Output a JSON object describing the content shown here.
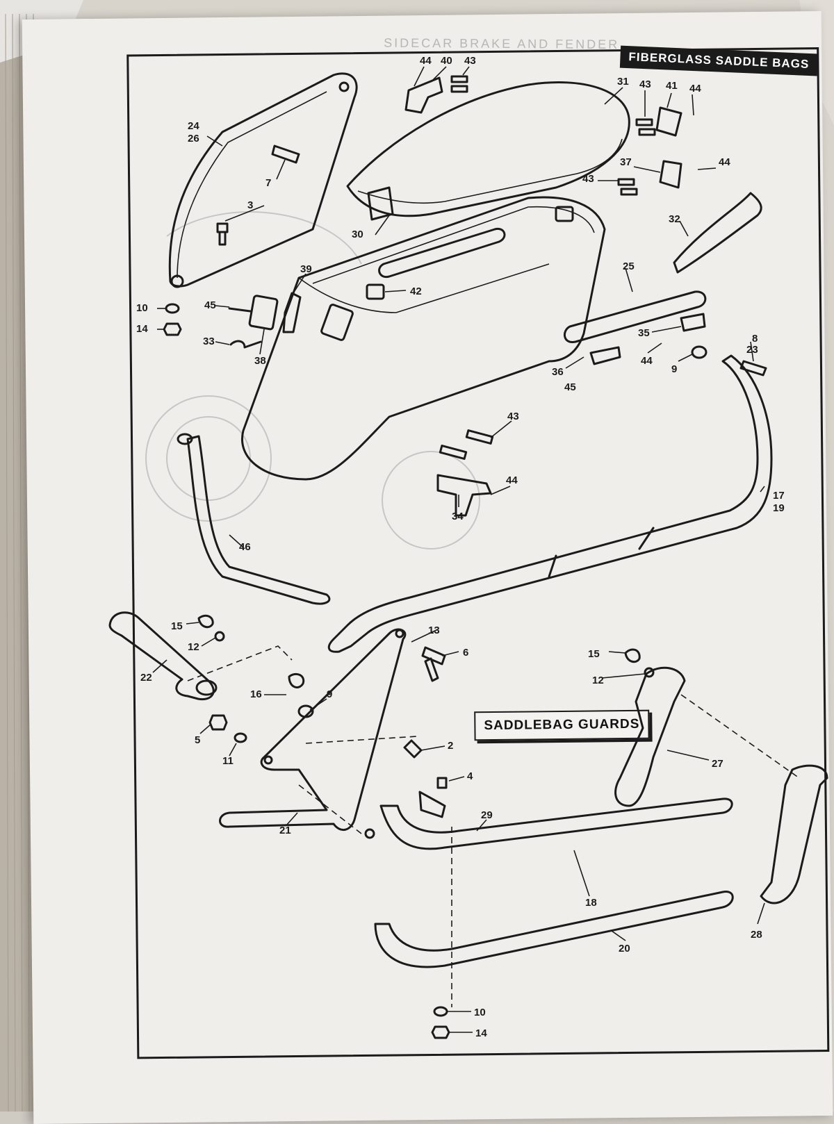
{
  "header": {
    "faded_text": "SIDECAR BRAKE AND FENDER"
  },
  "titles": {
    "fiberglass": "FIBERGLASS SADDLE BAGS",
    "guards": "SADDLEBAG GUARDS"
  },
  "callouts": [
    "44",
    "40",
    "43",
    "31",
    "43",
    "41",
    "44",
    "24",
    "26",
    "7",
    "37",
    "44",
    "43",
    "3",
    "32",
    "30",
    "25",
    "39",
    "42",
    "10",
    "45",
    "14",
    "33",
    "38",
    "35",
    "44",
    "8",
    "23",
    "9",
    "36",
    "45",
    "43",
    "44",
    "34",
    "17",
    "19",
    "46",
    "15",
    "13",
    "12",
    "6",
    "15",
    "12",
    "22",
    "16",
    "9",
    "27",
    "5",
    "11",
    "2",
    "4",
    "29",
    "21",
    "18",
    "28",
    "20",
    "10",
    "14"
  ],
  "colors": {
    "ink": "#1b1b1b",
    "paper": "#efeeea",
    "ghost": "#c6c6c6"
  }
}
